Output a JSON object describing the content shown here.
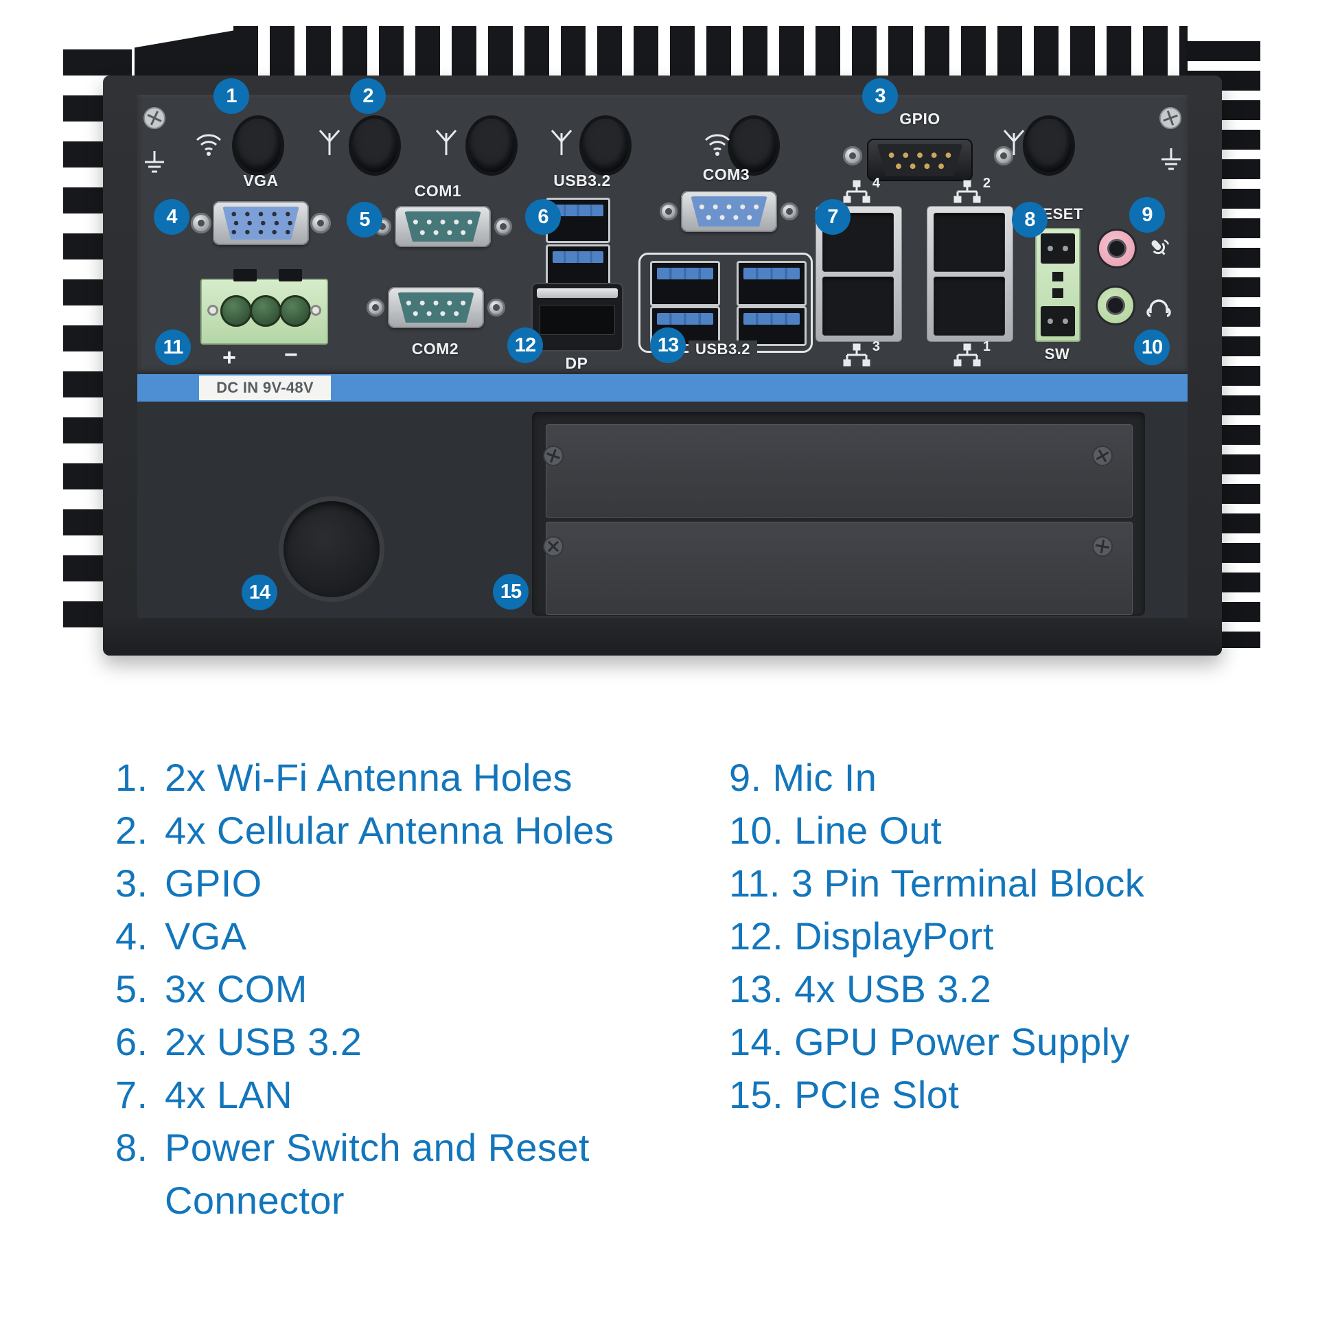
{
  "device": {
    "badges": [
      "1",
      "2",
      "3",
      "4",
      "5",
      "6",
      "7",
      "8",
      "9",
      "10",
      "11",
      "12",
      "13",
      "14",
      "15"
    ],
    "panel": {
      "vga": "VGA",
      "com1": "COM1",
      "com2": "COM2",
      "com3": "COM3",
      "usb32_top": "USB3.2",
      "usb32_quad": "USB3.2",
      "gpio": "GPIO",
      "dp": "DP",
      "reset": "RESET",
      "sw": "SW",
      "dc_in": "DC IN 9V-48V",
      "plus": "+",
      "minus": "−"
    },
    "lan": [
      "4",
      "2",
      "3",
      "1"
    ],
    "colors": {
      "legend_blue": "#1376BC",
      "badge_blue": "#0C70B3",
      "stripe_blue": "#4D8FD2"
    }
  },
  "legend": {
    "left": [
      {
        "num": "1.",
        "text": "2x Wi-Fi Antenna Holes"
      },
      {
        "num": "2.",
        "text": "4x Cellular Antenna Holes"
      },
      {
        "num": "3.",
        "text": "GPIO"
      },
      {
        "num": "4.",
        "text": "VGA"
      },
      {
        "num": "5.",
        "text": "3x COM"
      },
      {
        "num": "6.",
        "text": "2x USB 3.2"
      },
      {
        "num": "7.",
        "text": "4x LAN"
      },
      {
        "num": "8.",
        "text": "Power Switch and Reset",
        "text2": "Connector"
      }
    ],
    "right": [
      {
        "num": "9.",
        "text": "Mic In"
      },
      {
        "num": "10.",
        "text": "Line Out"
      },
      {
        "num": "11.",
        "text": "3 Pin Terminal Block"
      },
      {
        "num": "12.",
        "text": "DisplayPort"
      },
      {
        "num": "13.",
        "text": "4x USB 3.2"
      },
      {
        "num": "14.",
        "text": "GPU Power Supply"
      },
      {
        "num": "15.",
        "text": "PCIe Slot"
      }
    ]
  }
}
